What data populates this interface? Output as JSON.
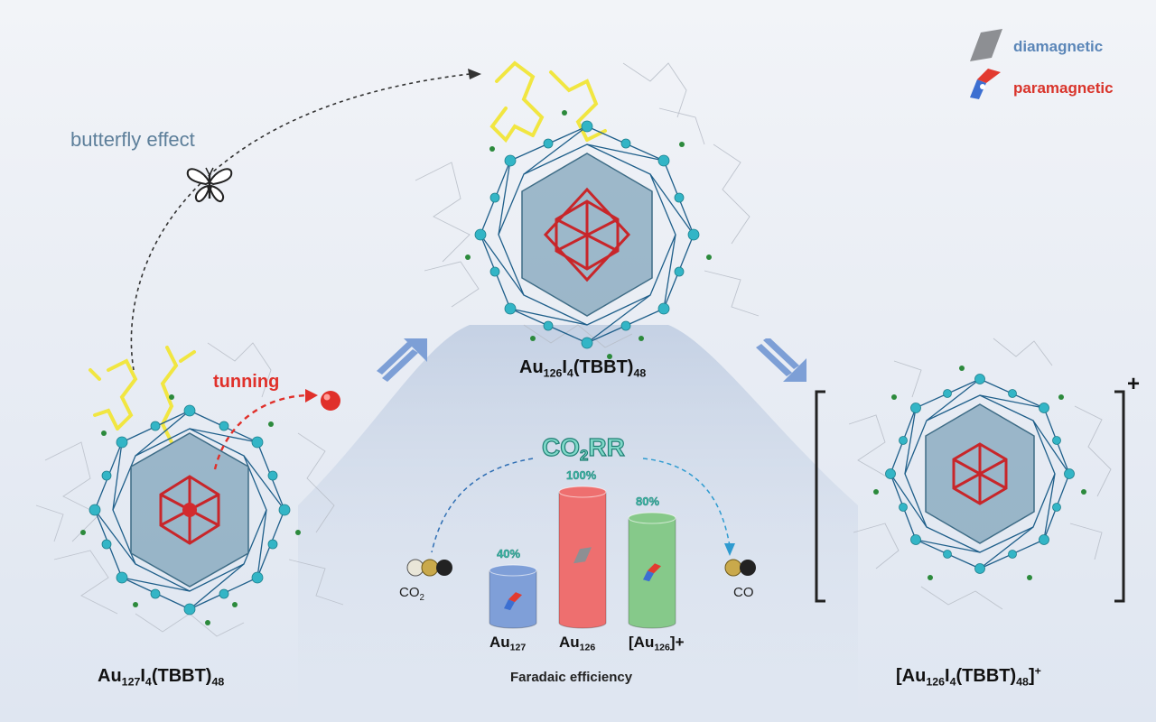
{
  "legend": {
    "diamagnetic": {
      "label": "diamagnetic",
      "color": "#5b86b8"
    },
    "paramagnetic": {
      "label": "paramagnetic",
      "color": "#d9342b"
    }
  },
  "annotations": {
    "butterfly_effect": "butterfly effect",
    "tunning": "tunning",
    "co2rr_main": "CO",
    "co2rr_sub": "2",
    "co2rr_tail": "RR",
    "faradaic": "Faradaic efficiency",
    "co2_main": "CO",
    "co2_sub": "2",
    "co": "CO",
    "charge": "+"
  },
  "clusters": {
    "left": {
      "a": "Au",
      "b": "127",
      "c": "I",
      "d": "4",
      "e": "(TBBT)",
      "f": "48"
    },
    "top": {
      "a": "Au",
      "b": "126",
      "c": "I",
      "d": "4",
      "e": "(TBBT)",
      "f": "48"
    },
    "right": {
      "open": "[",
      "a": "Au",
      "b": "126",
      "c": "I",
      "d": "4",
      "e": "(TBBT)",
      "f": "48",
      "close": "]",
      "g": "+"
    }
  },
  "chart_data": {
    "type": "bar",
    "title": "",
    "xlabel": "Faradaic efficiency",
    "ylabel": "",
    "categories": [
      "Au127",
      "Au126",
      "[Au126]+"
    ],
    "category_labels": [
      {
        "a": "Au",
        "b": "127",
        "c": ""
      },
      {
        "a": "Au",
        "b": "126",
        "c": ""
      },
      {
        "a": "[Au",
        "b": "126",
        "c": "]+"
      }
    ],
    "value_labels": [
      "40%",
      "100%",
      "80%"
    ],
    "values": [
      40,
      100,
      80
    ],
    "colors": [
      "#7f9fd8",
      "#ee6f6f",
      "#86c98a"
    ],
    "ylim": [
      0,
      100
    ]
  }
}
